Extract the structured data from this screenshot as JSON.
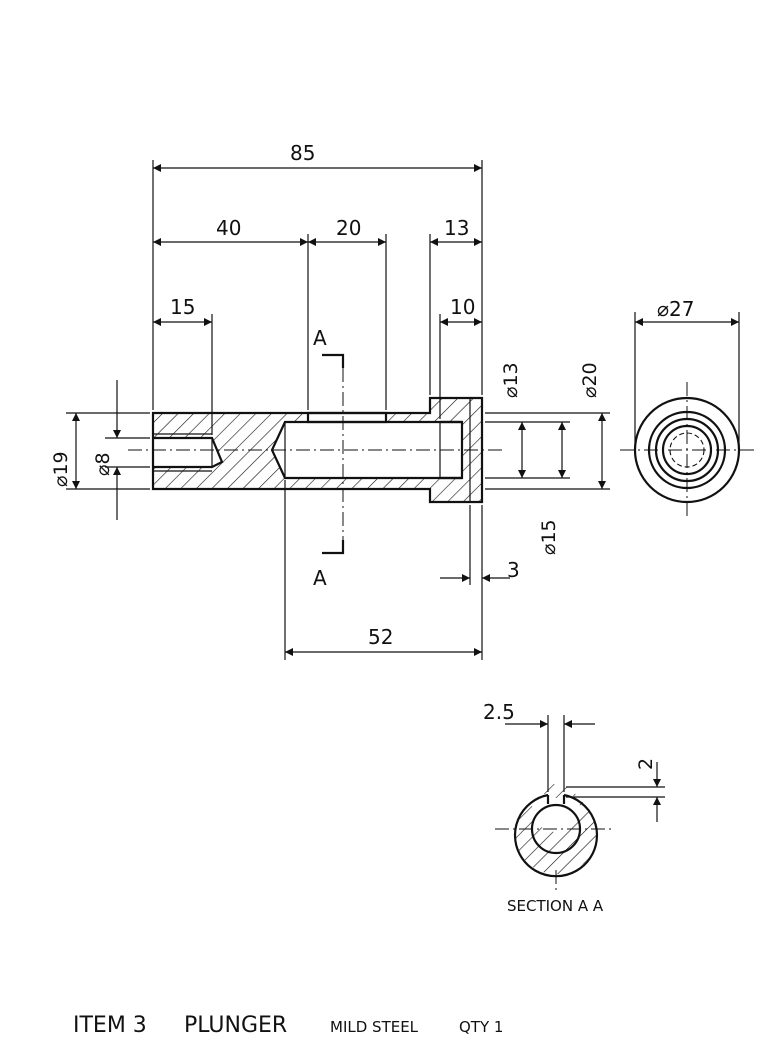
{
  "drawing": {
    "dimensions": {
      "overall_length": "85",
      "head_offset_40": "40",
      "slot_length": "20",
      "collar_width": "13",
      "blind_hole_depth": "15",
      "bore_collar": "10",
      "end_dia": "⌀27",
      "bore_dia": "⌀13",
      "collar_dia": "⌀20",
      "body_dia": "⌀19",
      "tap_hole_dia": "⌀8",
      "recess_dia": "⌀15",
      "chamfer": "3",
      "bore_depth": "52",
      "slot_width": "2.5",
      "slot_depth": "2"
    },
    "section_marks": {
      "upper": "A",
      "lower": "A"
    },
    "section_caption": "SECTION A A"
  },
  "title": {
    "item": "ITEM 3",
    "name": "PLUNGER",
    "material": "MILD STEEL",
    "quantity": "QTY 1"
  }
}
